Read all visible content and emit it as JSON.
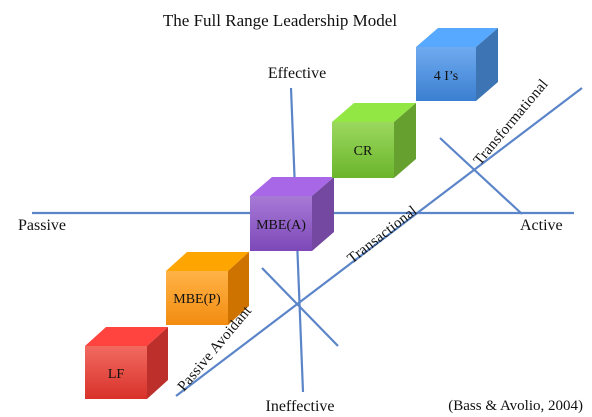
{
  "title": "The Full Range Leadership Model",
  "axes": {
    "effective": "Effective",
    "ineffective": "Ineffective",
    "passive": "Passive",
    "active": "Active"
  },
  "bands": {
    "passive_avoidant": "Passive Avoidant",
    "transactional": "Transactional",
    "transformational": "Transformational"
  },
  "cubes": [
    {
      "label": "LF",
      "color": "#e53935"
    },
    {
      "label": "MBE(P)",
      "color": "#fb8c00"
    },
    {
      "label": "MBE(A)",
      "color": "#8e57c4"
    },
    {
      "label": "CR",
      "color": "#7cc43a"
    },
    {
      "label": "4 I’s",
      "color": "#4a8fdc"
    }
  ],
  "citation": "(Bass & Avolio, 2004)",
  "line_color": "#5b85c8"
}
